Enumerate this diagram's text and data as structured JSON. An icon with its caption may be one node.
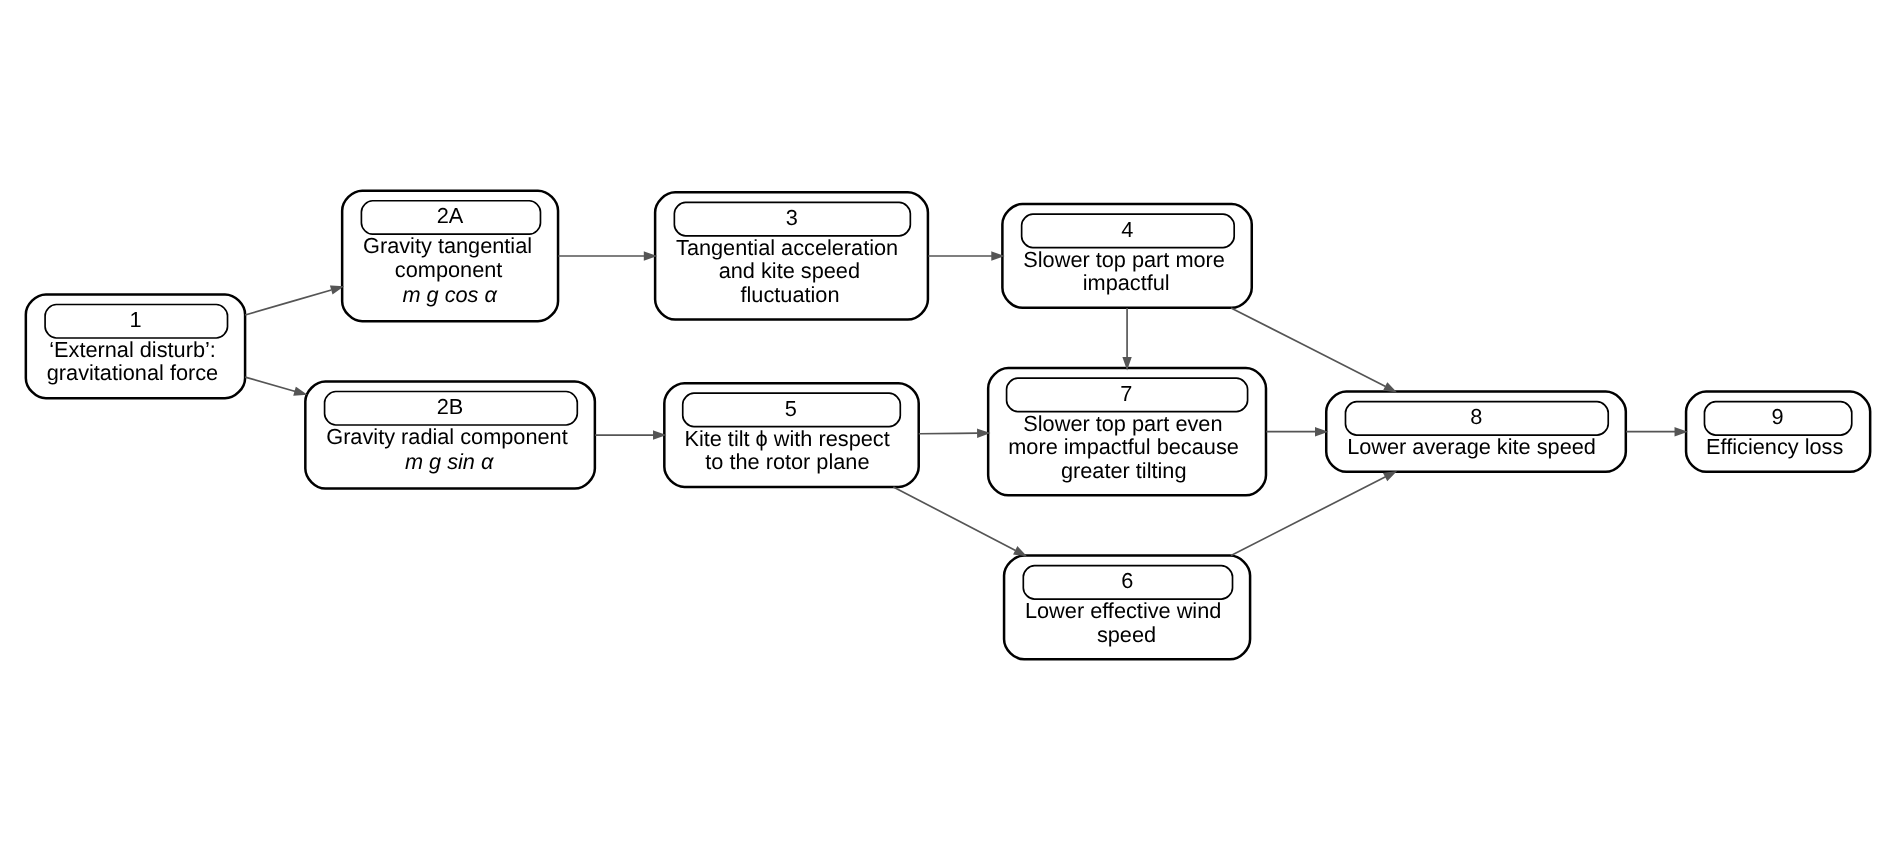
{
  "diagram": {
    "nodes": [
      {
        "text": [
          "1",
          "‘External disturb’: gravitational force"
        ]
      },
      {
        "text": [
          "2A",
          "Gravity tangential component",
          "m g cos α"
        ]
      },
      {
        "text": [
          "3",
          "Tangential acceleration and kite speed fluctuation"
        ]
      },
      {
        "text": [
          "4",
          "Slower top part more impactful"
        ]
      },
      {
        "text": [
          "7",
          "Slower top part even more impactful because greater tilting"
        ]
      },
      {
        "text": [
          "8",
          "Lower average kite speed"
        ]
      },
      {
        "text": [
          "9",
          "Efficiency loss"
        ]
      },
      {
        "text": [
          "2B",
          "Gravity radial component",
          "m g sin α"
        ]
      },
      {
        "text": [
          "5",
          "Kite tilt ϕ with respect to the rotor plane"
        ]
      },
      {
        "text": [
          "6",
          "Lower effective wind speed"
        ]
      }
    ],
    "edges": [
      {
        "from": 0,
        "to": 1,
        "arrow": "to"
      },
      {
        "from": 0,
        "to": 7,
        "arrow": "to"
      },
      {
        "from": 1,
        "to": 2,
        "arrow": "to"
      },
      {
        "from": 2,
        "to": 3,
        "arrow": "to"
      },
      {
        "from": 3,
        "to": 4,
        "arrow": "to"
      },
      {
        "from": 3,
        "to": 5,
        "arrow": "to"
      },
      {
        "from": 4,
        "to": 5,
        "arrow": "to"
      },
      {
        "from": 5,
        "to": 6,
        "arrow": "to"
      },
      {
        "from": 7,
        "to": 8,
        "arrow": "to"
      },
      {
        "from": 8,
        "to": 4,
        "arrow": "to"
      },
      {
        "from": 8,
        "to": 9,
        "arrow": "to"
      },
      {
        "from": 9,
        "to": 5,
        "arrow": "to"
      }
    ]
  }
}
